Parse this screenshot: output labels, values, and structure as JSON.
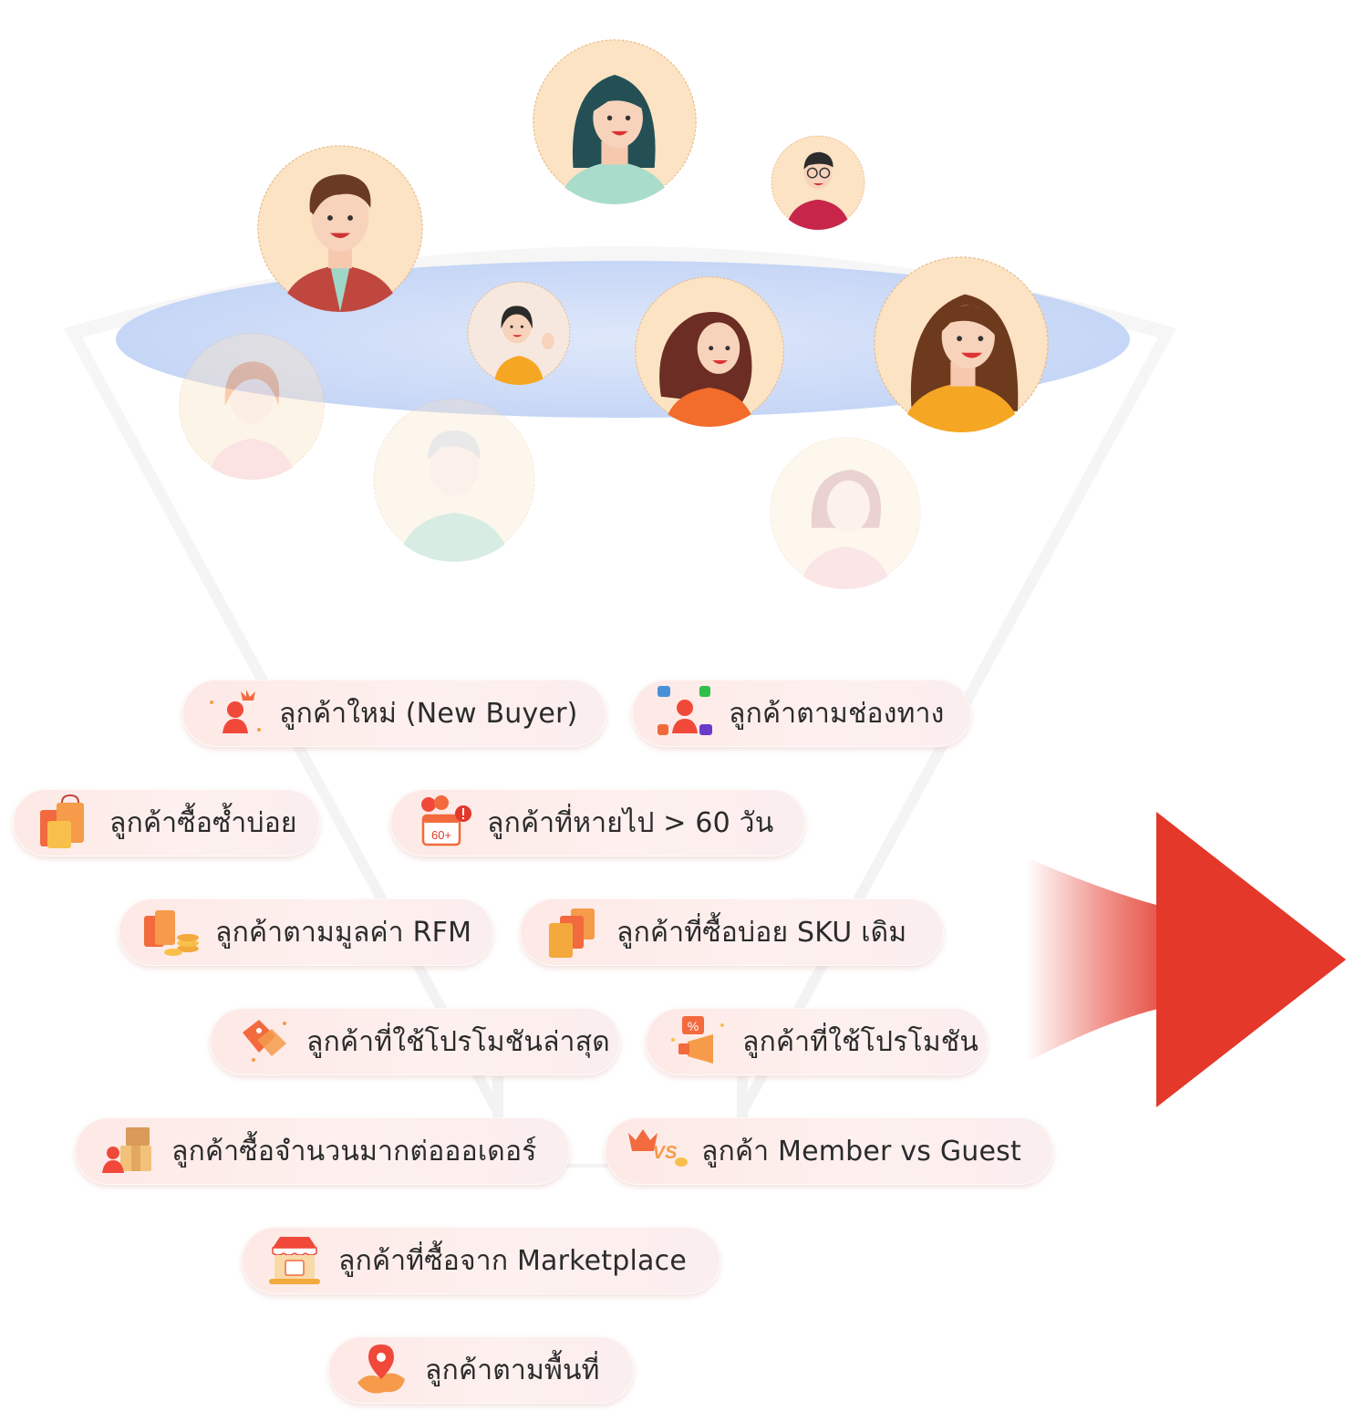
{
  "segments": [
    {
      "label": "ลูกค้าใหม่ (New Buyer)",
      "icon": "new-buyer-crown-icon"
    },
    {
      "label": "ลูกค้าตามช่องทาง",
      "icon": "channels-icon"
    },
    {
      "label": "ลูกค้าซื้อซ้ำบ่อย",
      "icon": "shopping-bags-icon"
    },
    {
      "label": "ลูกค้าที่หายไป > 60 วัน",
      "icon": "calendar-60-alert-icon"
    },
    {
      "label": "ลูกค้าตามมูลค่า RFM",
      "icon": "bags-coins-icon"
    },
    {
      "label": "ลูกค้าที่ซื้อบ่อย SKU เดิม",
      "icon": "stacked-bags-icon"
    },
    {
      "label": "ลูกค้าที่ใช้โปรโมชันล่าสุด",
      "icon": "price-tag-icon"
    },
    {
      "label": "ลูกค้าที่ใช้โปรโมชัน",
      "icon": "megaphone-percent-icon"
    },
    {
      "label": "ลูกค้าซื้อจำนวนมากต่อออเดอร์",
      "icon": "boxes-icon"
    },
    {
      "label": "ลูกค้า Member vs Guest",
      "icon": "crown-vs-icon"
    },
    {
      "label": "ลูกค้าที่ซื้อจาก Marketplace",
      "icon": "storefront-icon"
    },
    {
      "label": "ลูกค้าตามพื้นที่",
      "icon": "map-pin-icon"
    }
  ],
  "colors": {
    "accent_red": "#e3382a",
    "funnel_blue": "#c9d9f7",
    "avatar_bg": "#fbe3c3",
    "pill_bg": "#fde9e6"
  }
}
